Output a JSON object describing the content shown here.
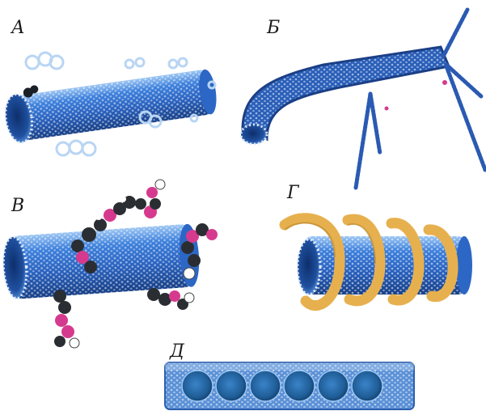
{
  "panels": [
    {
      "id": "A",
      "label": "А"
    },
    {
      "id": "B",
      "label": "Б"
    },
    {
      "id": "V",
      "label": "В"
    },
    {
      "id": "G",
      "label": "Г"
    },
    {
      "id": "D",
      "label": "Д"
    }
  ],
  "colors": {
    "tube_blue": "#2f6fd0",
    "tube_light": "#7fb2ee",
    "tube_dark": "#163f8a",
    "atom_white": "#f2f4f8",
    "magenta": "#d63a8e",
    "dark_atom": "#2a2e33",
    "gold": "#e7b04e",
    "gold_dark": "#b9852c"
  }
}
